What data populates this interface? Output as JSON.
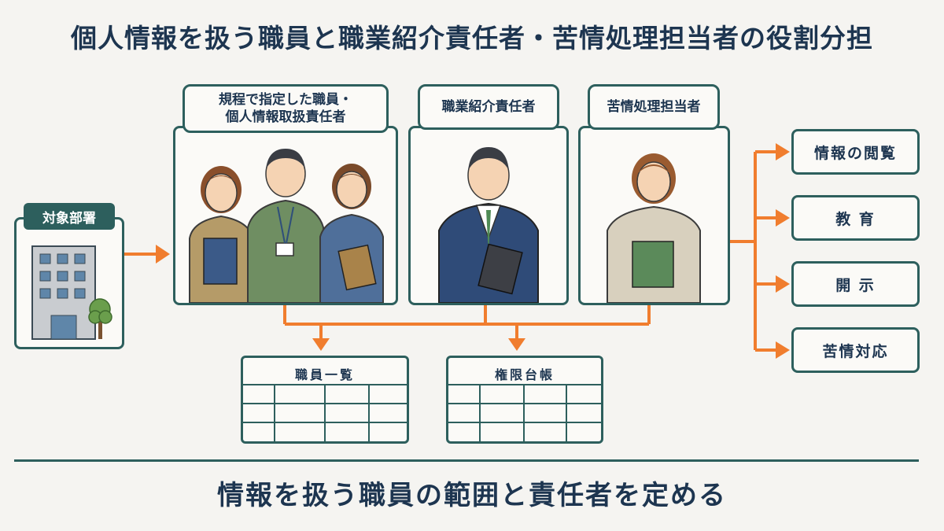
{
  "title": "個人情報を扱う職員と職業紹介責任者・苦情処理担当者の役割分担",
  "department": {
    "label": "対象部署"
  },
  "groups": [
    {
      "label_line1": "規程で指定した職員・",
      "label_line2": "個人情報取扱責任者"
    },
    {
      "label": "職業紹介責任者"
    },
    {
      "label": "苦情処理担当者"
    }
  ],
  "documents": [
    {
      "label": "職員一覧"
    },
    {
      "label": "権限台帳"
    }
  ],
  "outputs": [
    {
      "label": "情報の閲覧"
    },
    {
      "label": "教 育"
    },
    {
      "label": "開 示"
    },
    {
      "label": "苦情対応"
    }
  ],
  "footer": "情報を扱う職員の範囲と責任者を定める",
  "colors": {
    "teal": "#2d5f5d",
    "arrow": "#f07d2e",
    "navy": "#1d3550"
  },
  "icons": [
    "office-building-icon",
    "tree-icon",
    "staff-person-icon",
    "manager-person-icon",
    "table-sheet-icon"
  ]
}
